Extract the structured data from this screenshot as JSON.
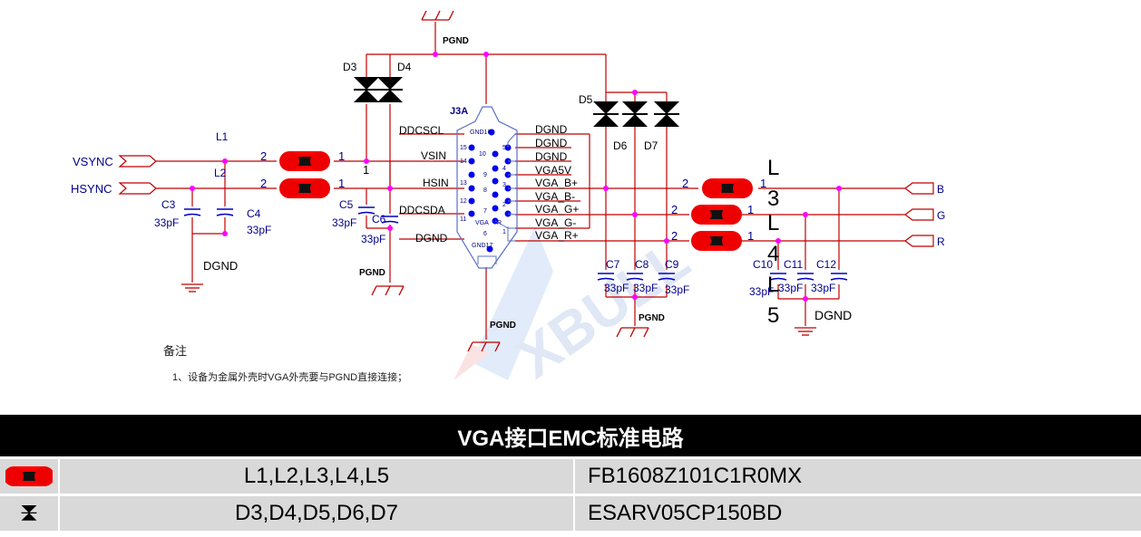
{
  "schematic": {
    "inputs": [
      "VSYNC",
      "HSYNC"
    ],
    "outputs": [
      "B",
      "G",
      "R"
    ],
    "filters": [
      {
        "ref": "L1",
        "pin_in": "2",
        "pin_out": "1"
      },
      {
        "ref": "L2",
        "pin_in": "2",
        "pin_out": "1"
      },
      {
        "ref": "L3",
        "pin_in": "2",
        "pin_out": "1"
      },
      {
        "ref": "L4",
        "pin_in": "2",
        "pin_out": "1"
      },
      {
        "ref": "L5",
        "pin_in": "2",
        "pin_out": "1"
      }
    ],
    "filter_labels": [
      "L1",
      "L2"
    ],
    "filter_labels_vertical": [
      "L",
      "3",
      "L",
      "4",
      "L",
      "5"
    ],
    "diodes": [
      "D3",
      "D4",
      "D5",
      "D6",
      "D7"
    ],
    "capacitors": [
      "C3",
      "C4",
      "C5",
      "C6",
      "C7",
      "C8",
      "C9",
      "C10",
      "C11",
      "C12"
    ],
    "cap_value": "33pF",
    "grounds": {
      "pgnd": "PGND",
      "dgnd": "DGND"
    },
    "pin_label_1": "1",
    "connector": {
      "ref": "J3A",
      "left_signals": [
        "DDCSCL",
        "VSIN",
        "HSIN",
        "DDCSDA",
        "DGND"
      ],
      "right_signals": [
        "DGND",
        "DGND",
        "DGND",
        "VGA5V",
        "VGA_B+",
        "VGA_B-",
        "VGA_G+",
        "VGA_G-",
        "VGA_R+"
      ],
      "pins": [
        "GND16",
        "15",
        "10",
        "5",
        "14",
        "9",
        "4",
        "13",
        "8",
        "3",
        "12",
        "7",
        "2",
        "11",
        "VGA",
        "R",
        "6",
        "1",
        "GND17"
      ]
    },
    "watermark": "XBULL",
    "notes_title": "备注",
    "notes_text": "1、设备为金属外壳时VGA外壳要与PGND直接连接；"
  },
  "table": {
    "title": "VGA接口EMC标准电路",
    "rows": [
      {
        "icon": "ferrite-bead-icon",
        "parts": "L1,L2,L3,L4,L5",
        "part_number": "FB1608Z101C1R0MX"
      },
      {
        "icon": "tvs-diode-icon",
        "parts": "D3,D4,D5,D6,D7",
        "part_number": "ESARV05CP150BD"
      }
    ]
  },
  "colors": {
    "wire": "#c00000",
    "label": "#00008b",
    "dot": "#ff00ff",
    "pin_dot": "#0000ee",
    "bead": "#ff0000",
    "header_bg": "#000000",
    "row_bg": "#d9d9d9"
  }
}
